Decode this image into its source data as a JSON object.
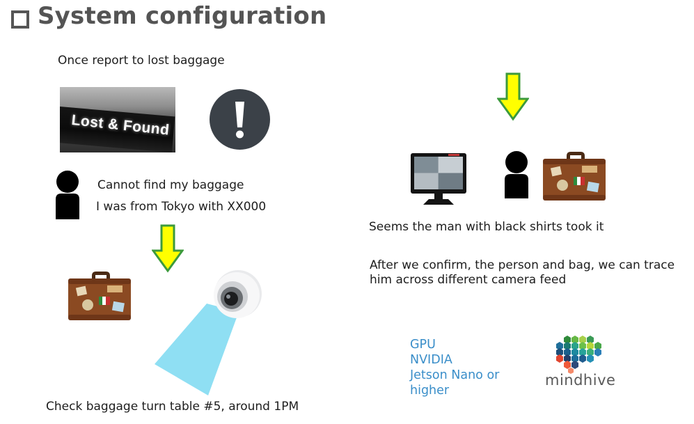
{
  "slide": {
    "title": "System configuration"
  },
  "left": {
    "report_caption": "Once report to lost baggage",
    "sign_text": "Lost & Found",
    "speech_line1": "Cannot find my baggage",
    "speech_line2": "I was from Tokyo with XX000",
    "check_caption": "Check baggage turn table #5, around 1PM"
  },
  "right": {
    "seems_caption": "Seems the man with black shirts took it",
    "confirm_line1": "After we confirm, the person and bag, we can trace",
    "confirm_line2": "him across different camera feed",
    "gpu_lines": [
      "GPU",
      "NVIDIA",
      "Jetson Nano or",
      "higher"
    ],
    "logo_text": "mindhive"
  },
  "colors": {
    "arrow_fill": "#ffff00",
    "arrow_stroke": "#3c9a3c",
    "camera_beam": "#8fdff3",
    "gpu_text": "#3a8ec9"
  }
}
